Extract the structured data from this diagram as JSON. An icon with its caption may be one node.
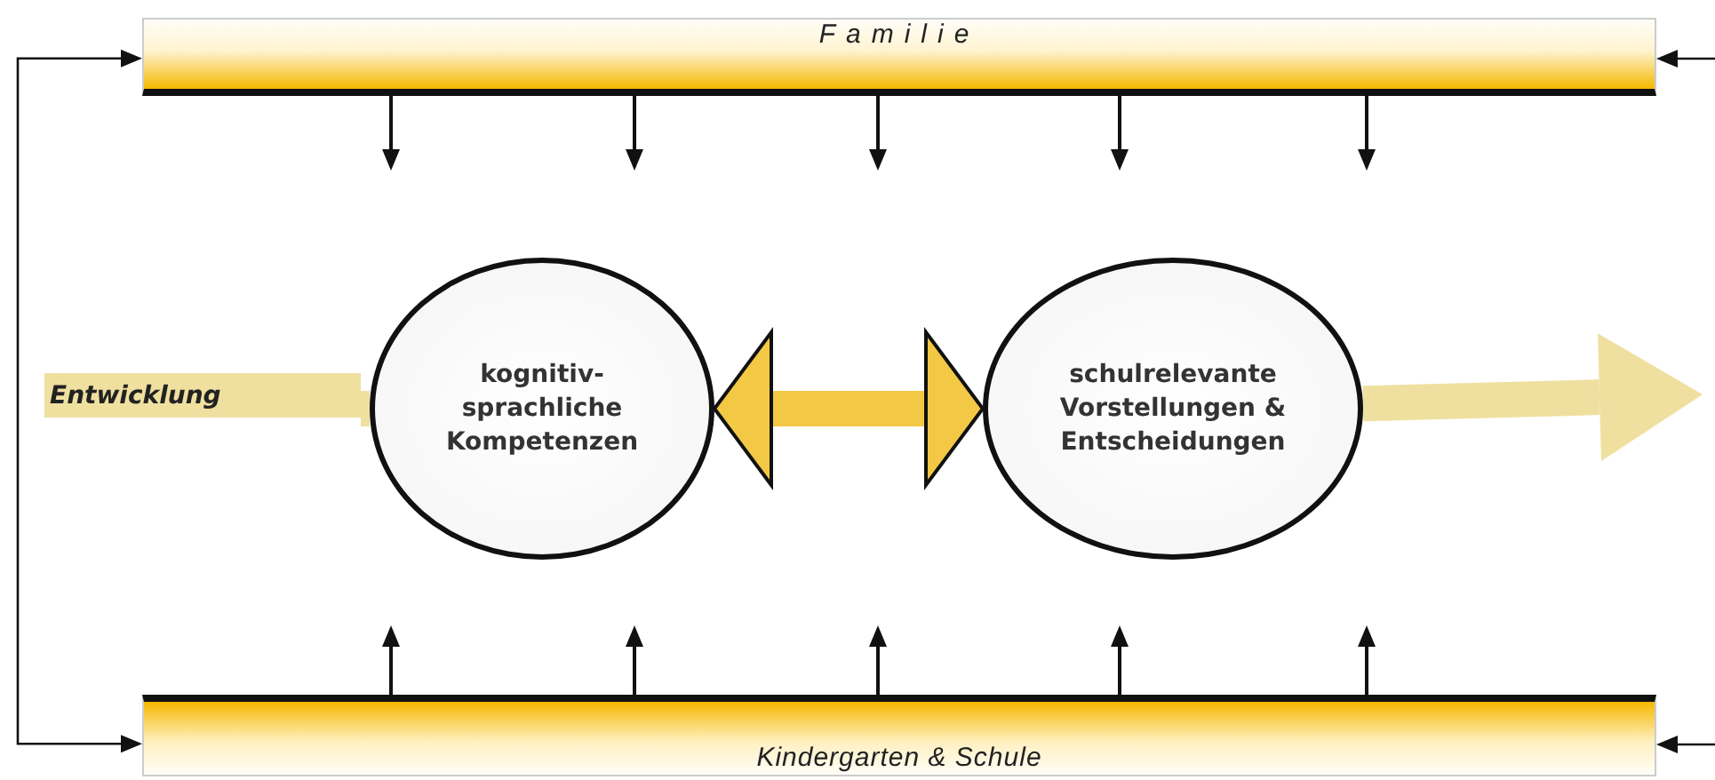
{
  "diagram": {
    "nodes": [
      {
        "text": [
          "Familie"
        ]
      },
      {
        "text": [
          "kognitiv-sprachliche Kompetenzen"
        ]
      },
      {
        "text": [
          "schulrelevante Vorstellungen & Entscheidungen"
        ]
      },
      {
        "text": [
          "Kindergarten & Schule"
        ]
      },
      {
        "text": [
          "Entwicklung"
        ]
      }
    ],
    "edges": [
      {
        "from": 0,
        "to": null,
        "arrow": "to"
      },
      {
        "from": 0,
        "to": null,
        "arrow": "to"
      },
      {
        "from": 0,
        "to": null,
        "arrow": "to"
      },
      {
        "from": 0,
        "to": null,
        "arrow": "to"
      },
      {
        "from": 0,
        "to": null,
        "arrow": "to"
      },
      {
        "from": 3,
        "to": null,
        "arrow": "to"
      },
      {
        "from": 3,
        "to": null,
        "arrow": "to"
      },
      {
        "from": 3,
        "to": null,
        "arrow": "to"
      },
      {
        "from": 3,
        "to": null,
        "arrow": "to"
      },
      {
        "from": 3,
        "to": null,
        "arrow": "to"
      },
      {
        "from": 0,
        "to": 3,
        "arrow": "both"
      },
      {
        "from": null,
        "to": 0,
        "arrow": "to"
      },
      {
        "from": null,
        "to": 3,
        "arrow": "to"
      },
      {
        "from": 4,
        "to": 1,
        "arrow": "none",
        "style": "thick",
        "color": "#efe0a0"
      },
      {
        "from": 1,
        "to": 2,
        "arrow": "both",
        "style": "thick",
        "color": "#f3c845"
      },
      {
        "from": 2,
        "to": null,
        "arrow": "to",
        "style": "thick",
        "color": "#efe0a0"
      }
    ]
  }
}
